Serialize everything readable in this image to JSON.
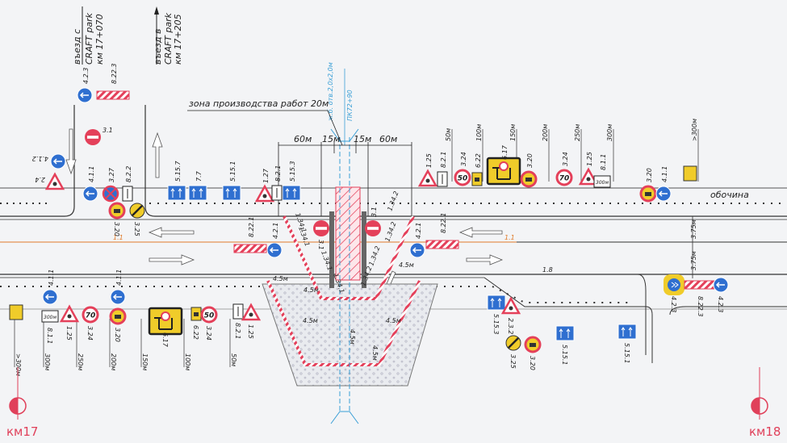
{
  "entries": {
    "exit": {
      "line1": "въезд с",
      "line2": "CRAFT park",
      "line3": "км 17+070"
    },
    "entry": {
      "line1": "въезд в",
      "line2": "CRAFT park",
      "line3": "км 17+205"
    }
  },
  "work_zone": {
    "title": "зона производства работ 20м",
    "culvert": "ж.б. отв.2,0х2,0м",
    "picket": "ПК72+90",
    "dims": [
      "60м",
      "15м",
      "15м",
      "60м"
    ],
    "offsets": [
      "4.5м",
      "4.5м",
      "4.5м",
      "4.5м",
      "4.5м",
      "4.5м",
      "4.5м"
    ],
    "cone_labels": [
      "1.34.1",
      "1.34.1",
      "1.34.1",
      "1.34.1",
      "1.34.2",
      "1.34.2",
      "1.34.2",
      "1.34.2"
    ]
  },
  "road": {
    "marking_center": "1.1",
    "marking_center_2": "1.1",
    "marking_edge": "1.8",
    "lane_width_1": "3.75м",
    "lane_width_2": "3.75м",
    "shoulder": "обочина"
  },
  "km_markers": {
    "left": "км17",
    "right": "км18"
  },
  "distances_top": [
    "50м",
    "100м",
    "150м",
    "200м",
    "250м",
    "300м",
    ">300м"
  ],
  "distances_bottom": [
    ">300м",
    "300м",
    "250м",
    "200м",
    "150м",
    "100м",
    "50м"
  ],
  "signs": [
    {
      "code": "4.2.3"
    },
    {
      "code": "8.22.3"
    },
    {
      "code": "3.1"
    },
    {
      "code": "4.1.2"
    },
    {
      "code": "2.4"
    },
    {
      "code": "4.1.1"
    },
    {
      "code": "3.27"
    },
    {
      "code": "8.2.2"
    },
    {
      "code": "3.20"
    },
    {
      "code": "3.25"
    },
    {
      "code": "5.15.7"
    },
    {
      "code": "7.7"
    },
    {
      "code": "5.15.1"
    },
    {
      "code": "1.27"
    },
    {
      "code": "8.2.1"
    },
    {
      "code": "5.15.3"
    },
    {
      "code": "8.22.1"
    },
    {
      "code": "4.2.1"
    },
    {
      "code": "3.1"
    },
    {
      "code": "3.1"
    },
    {
      "code": "4.2.1"
    },
    {
      "code": "8.22.1"
    },
    {
      "code": "1.25"
    },
    {
      "code": "8.2.1"
    },
    {
      "code": "3.24",
      "text": "50"
    },
    {
      "code": "6.22"
    },
    {
      "code": "6.17"
    },
    {
      "code": "3.20"
    },
    {
      "code": "3.24",
      "text": "70"
    },
    {
      "code": "1.25"
    },
    {
      "code": "8.1.1",
      "text": "300м"
    },
    {
      "code": "3.20"
    },
    {
      "code": "4.1.1"
    },
    {
      "code": "4.1.1"
    },
    {
      "code": "8.1.1",
      "text": "300м"
    },
    {
      "code": "1.25"
    },
    {
      "code": "3.24",
      "text": "70"
    },
    {
      "code": "4.1.1"
    },
    {
      "code": "3.20"
    },
    {
      "code": "6.17"
    },
    {
      "code": "6.22"
    },
    {
      "code": "3.24",
      "text": "50"
    },
    {
      "code": "8.2.1"
    },
    {
      "code": "1.25"
    },
    {
      "code": "5.15.3"
    },
    {
      "code": "2.3.2"
    },
    {
      "code": "3.25"
    },
    {
      "code": "3.20"
    },
    {
      "code": "5.15.1"
    },
    {
      "code": "5.15.1"
    },
    {
      "code": "4.2.3"
    },
    {
      "code": "8.22.3"
    },
    {
      "code": "4.2.3"
    }
  ],
  "colors": {
    "sign_blue": "#2f6fd0",
    "sign_red": "#e4405a",
    "sign_yellow": "#f0cc2a",
    "culvert": "#3a9fd6",
    "marking": "#e07a2a"
  }
}
